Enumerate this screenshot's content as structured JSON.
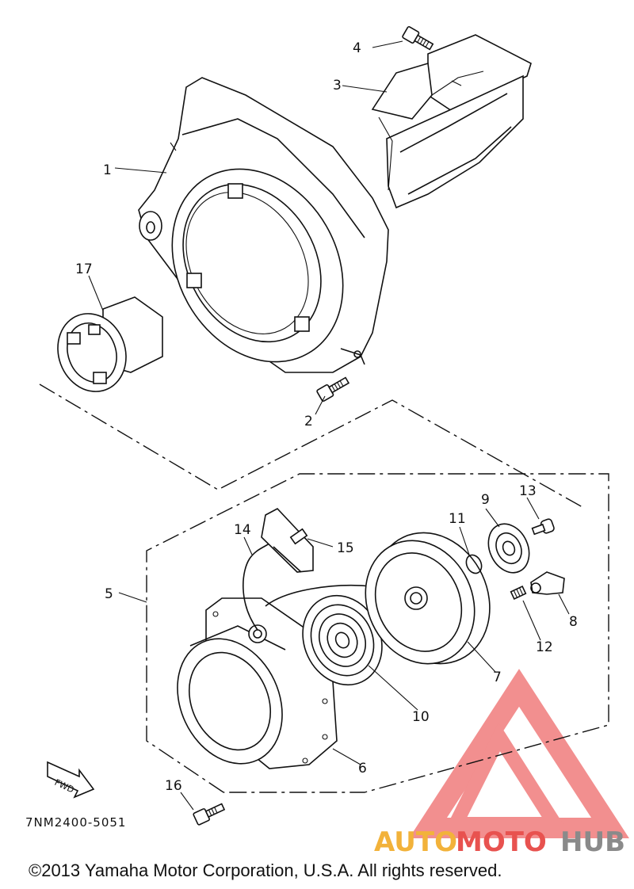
{
  "diagram": {
    "part_code": "7NM2400-5051",
    "fwd_label": "FWD",
    "callouts": [
      "1",
      "2",
      "3",
      "4",
      "5",
      "6",
      "7",
      "8",
      "9",
      "10",
      "11",
      "12",
      "13",
      "14",
      "15",
      "16",
      "17"
    ]
  },
  "watermark": {
    "word_a": "AUTO",
    "word_b": "MOTO",
    "word_c": "HUB",
    "colors": {
      "auto": "#f2b23a",
      "moto": "#e8524f",
      "hub": "#8a8a8a",
      "triangle": "#ee6a6a"
    }
  },
  "footer": {
    "copyright": "©2013 Yamaha Motor Corporation, U.S.A. All rights reserved."
  }
}
